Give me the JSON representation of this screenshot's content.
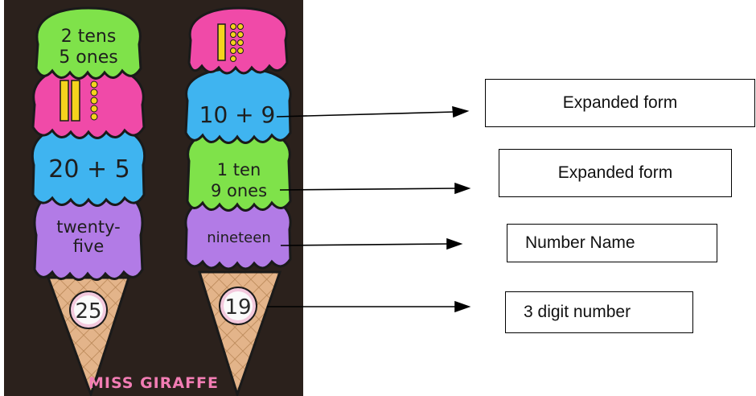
{
  "cones": [
    {
      "scoops": [
        {
          "lines": [
            "2 tens",
            "5 ones"
          ]
        },
        {
          "lines": []
        },
        {
          "lines": [
            "20 + 5"
          ]
        },
        {
          "lines": [
            "twenty-",
            "five"
          ]
        }
      ],
      "number": "25"
    },
    {
      "scoops": [
        {
          "lines": []
        },
        {
          "lines": [
            "10 + 9"
          ]
        },
        {
          "lines": [
            "1 ten",
            "9 ones"
          ]
        },
        {
          "lines": [
            "nineteen"
          ]
        }
      ],
      "number": "19"
    }
  ],
  "brand": "MISS GIRAFFE",
  "labels": [
    "Expanded form",
    "Expanded form",
    "Number Name",
    "3 digit number"
  ],
  "colors": {
    "pink": "#f04aa8",
    "green": "#7fe24a",
    "blue": "#3fb4f0",
    "purple": "#b27be6",
    "cone": "#e3b48a",
    "background": "#2b211c"
  }
}
